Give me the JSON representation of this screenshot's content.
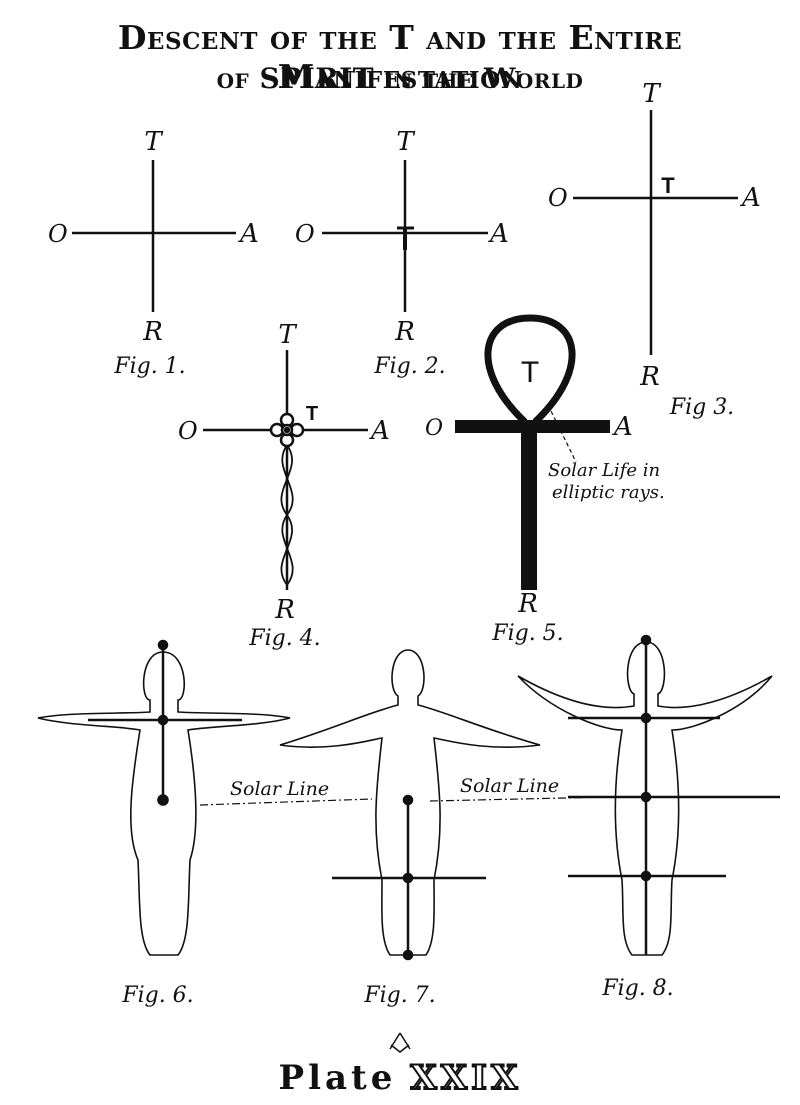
{
  "title": {
    "line1": "Descent of the T and the Entire Manifestation",
    "line2": "of SPIRIT in the World"
  },
  "figures": {
    "fig1": {
      "caption": "Fig. 1.",
      "top": "T",
      "left": "O",
      "right": "A",
      "bottom": "R"
    },
    "fig2": {
      "caption": "Fig. 2.",
      "top": "T",
      "left": "O",
      "right": "A",
      "bottom": "R"
    },
    "fig3": {
      "caption": "Fig 3.",
      "top": "T",
      "left": "O",
      "right": "A",
      "bottom": "R",
      "mark": "T"
    },
    "fig4": {
      "caption": "Fig. 4.",
      "top": "T",
      "left": "O",
      "right": "A",
      "bottom": "R",
      "mark": "T"
    },
    "fig5": {
      "caption": "Fig. 5.",
      "left": "O",
      "right": "A",
      "bottom": "R",
      "mark": "T",
      "note_line1": "Solar Life in",
      "note_line2": "elliptic rays."
    },
    "fig6": {
      "caption": "Fig. 6."
    },
    "fig7": {
      "caption": "Fig. 7."
    },
    "fig8": {
      "caption": "Fig. 8."
    }
  },
  "solar_line_left": "Solar Line",
  "solar_line_right": "Solar Line",
  "plate": {
    "word": "Plate",
    "number": "XXIX"
  },
  "colors": {
    "ink": "#111111",
    "paper": "#ffffff"
  }
}
